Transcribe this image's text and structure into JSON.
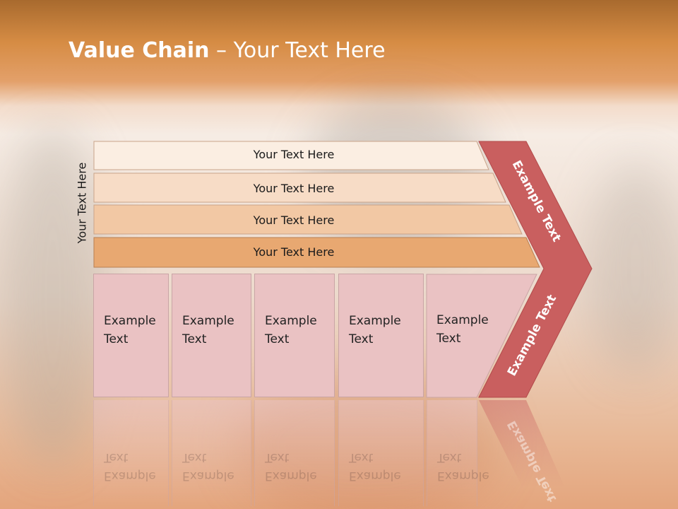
{
  "title": {
    "bold": "Value Chain",
    "rest": " – Your Text Here"
  },
  "side_label": "Your Text Here",
  "support_bars": [
    {
      "label": "Your Text Here",
      "color": "#fbeee2"
    },
    {
      "label": "Your Text Here",
      "color": "#f7dcc6"
    },
    {
      "label": "Your Text Here",
      "color": "#f2c8a4"
    },
    {
      "label": "Your Text Here",
      "color": "#e8a871"
    }
  ],
  "primary_cells": [
    {
      "line1": "Example",
      "line2": "Text"
    },
    {
      "line1": "Example",
      "line2": "Text"
    },
    {
      "line1": "Example",
      "line2": "Text"
    },
    {
      "line1": "Example",
      "line2": "Text"
    },
    {
      "line1": "Example",
      "line2": "Text"
    }
  ],
  "margin_arrow": {
    "top_label": "Example Text",
    "bottom_label": "Example Text",
    "color": "#c95f5f"
  }
}
